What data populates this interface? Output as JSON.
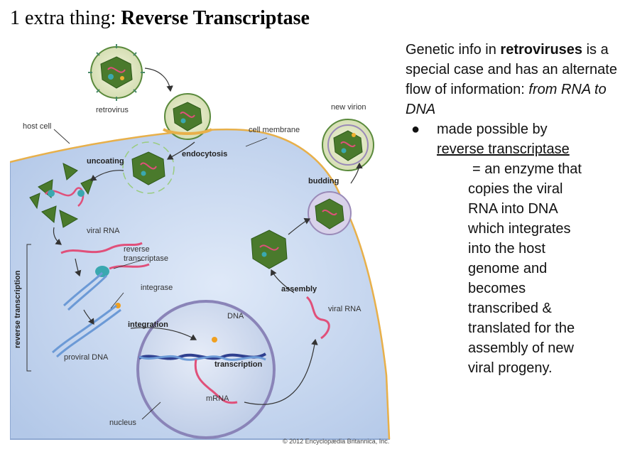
{
  "title": {
    "prefix": "1 extra thing: ",
    "bold": "Reverse Transcriptase"
  },
  "diagram": {
    "labels": {
      "retrovirus": "retrovirus",
      "host_cell": "host cell",
      "cell_membrane": "cell membrane",
      "new_virion": "new virion",
      "uncoating": "uncoating",
      "endocytosis": "endocytosis",
      "budding": "budding",
      "viral_rna_left": "viral RNA",
      "reverse_transcriptase": [
        "reverse",
        "transcriptase"
      ],
      "integrase": "integrase",
      "integration": "integration",
      "dna": "DNA",
      "transcription": "transcription",
      "mrna": "mRNA",
      "proviral_dna": "proviral DNA",
      "nucleus": "nucleus",
      "assembly": "assembly",
      "viral_rna_right": "viral RNA",
      "reverse_transcription": "reverse transcription"
    },
    "copyright": "© 2012 Encyclopædia Britannica, Inc."
  },
  "side_text": {
    "intro_1": "Genetic info in ",
    "intro_bold": "retroviruses",
    "intro_2": " is a special case and has an alternate flow of information: ",
    "intro_italic": "from RNA to DNA",
    "bullet_symbol": "●",
    "bullet_1": "made possible by",
    "bullet_2": "reverse transcriptase",
    "definition_lines": [
      "= an enzyme that",
      "copies the viral",
      "RNA into DNA",
      "which integrates",
      "into the host",
      "genome and",
      "becomes",
      "transcribed &",
      "translated for the",
      "assembly of new",
      "viral progeny."
    ]
  },
  "colors": {
    "cell_fill": "#c9d9f0",
    "membrane": "#e8b04a",
    "capsid": "#4a7a2c",
    "rna": "#e0507a",
    "dna_blue": "#6c9ad6",
    "dna_dark": "#2f3f8f",
    "nucleus_edge": "#8a84b8"
  }
}
